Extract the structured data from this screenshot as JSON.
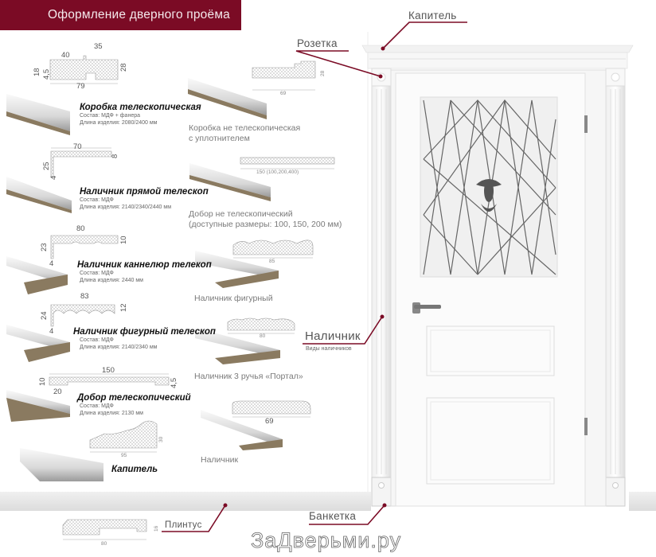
{
  "title": "Оформление дверного проёма",
  "colors": {
    "accent": "#7b0b25",
    "callout_line": "#7b0b25",
    "plinth": "#e6e6e6"
  },
  "left_items": [
    {
      "name": "Коробка телескопическая",
      "composition": "Состав: МДФ + фанера",
      "length": "Длина изделия: 2080/2400 мм",
      "dims": [
        "35",
        "40",
        "18",
        "4,5",
        "28",
        "79"
      ]
    },
    {
      "name": "Наличник прямой телескоп",
      "composition": "Состав: МДФ",
      "length": "Длина изделия: 2140/2340/2440 мм",
      "dims": [
        "70",
        "8",
        "25",
        "4"
      ]
    },
    {
      "name": "Наличник каннелюр телекоп",
      "composition": "Состав: МДФ",
      "length": "Длина изделия: 2440 мм",
      "dims": [
        "80",
        "10",
        "23",
        "4"
      ]
    },
    {
      "name": "Наличник фигурный телескоп",
      "composition": "Состав: МДФ",
      "length": "Длина изделия: 2140/2340 мм",
      "dims": [
        "83",
        "12",
        "24",
        "4"
      ]
    },
    {
      "name": "Добор телескопический",
      "composition": "Состав: МДФ",
      "length": "Длина изделия: 2130 мм",
      "dims": [
        "150",
        "10",
        "4,5",
        "20"
      ]
    },
    {
      "name": "Капитель",
      "dims": [
        "30",
        "95"
      ]
    }
  ],
  "middle_items": [
    {
      "line1": "Коробка не телескопическая",
      "line2": "с уплотнителем",
      "dims": [
        "28",
        "69"
      ]
    },
    {
      "line1": "Добор не телескопический",
      "line2": "(доступные размеры: 100, 150, 200 мм)",
      "dims": [
        "150  (100,200,400)"
      ]
    },
    {
      "line1": "Наличник фигурный",
      "dims": [
        "85"
      ]
    },
    {
      "line1": "Наличник 3 ручья «Портал»",
      "dims": [
        "80"
      ]
    },
    {
      "line1": "Наличник",
      "dims": [
        "69"
      ]
    }
  ],
  "callouts": {
    "capital": "Капитель",
    "rosette": "Розетка",
    "casing": "Наличник",
    "casing_sub": "Виды наличников",
    "plinth": "Плинтус",
    "banket": "Банкетка"
  },
  "plinth_dims": [
    "16",
    "80"
  ],
  "watermark": "ЗаДверьми.ру"
}
